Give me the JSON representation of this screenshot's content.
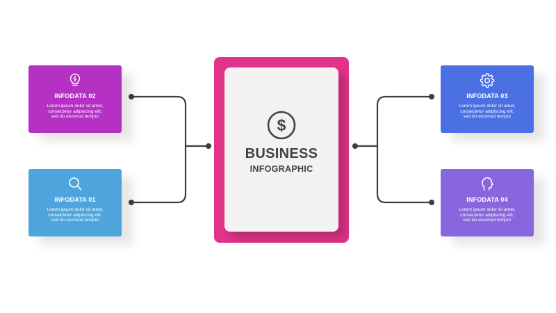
{
  "center": {
    "icon": "dollar-circle-icon",
    "title": "BUSINESS",
    "subtitle": "INFOGRAPHIC",
    "colors": {
      "frame": "#e1338a",
      "card": "#f2f2f2",
      "text": "#424242"
    }
  },
  "cards": [
    {
      "id": "infodata-02",
      "icon": "lightbulb-icon",
      "title": "INFODATA 02",
      "text": [
        "Lorem ipsum dolor sit amet,",
        "consectetur adipiscing elit,",
        "sed do eiusmod tempor"
      ],
      "color": "#b531c4"
    },
    {
      "id": "infodata-01",
      "icon": "search-icon",
      "title": "INFODATA 01",
      "text": [
        "Lorem ipsum dolor sit amet,",
        "consectetur adipiscing elit,",
        "sed do eiusmod tempor"
      ],
      "color": "#4ea5de"
    },
    {
      "id": "infodata-03",
      "icon": "gear-icon",
      "title": "INFODATA 03",
      "text": [
        "Lorem ipsum dolor sit amet,",
        "consectetur adipiscing elit,",
        "sed do eiusmod tempor"
      ],
      "color": "#4b70e4"
    },
    {
      "id": "infodata-04",
      "icon": "head-profile-icon",
      "title": "INFODATA 04",
      "text": [
        "Lorem ipsum dolor sit amet,",
        "consectetur adipiscing elit,",
        "sed do eiusmod tempor"
      ],
      "color": "#8a66de"
    }
  ],
  "connector_color": "#3d3d3d"
}
